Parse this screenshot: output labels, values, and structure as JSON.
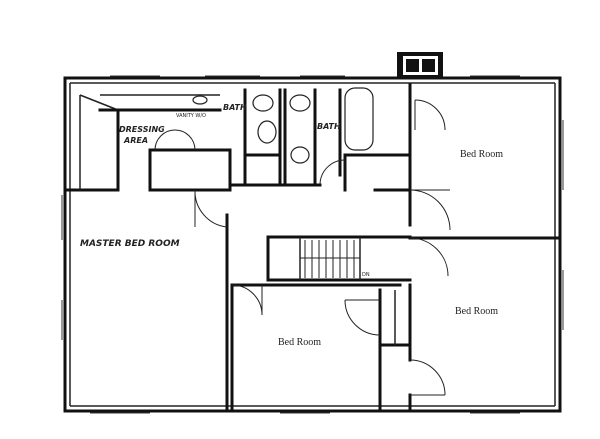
{
  "rooms": {
    "master_bedroom": "MASTER BED ROOM",
    "bedroom_east": "Bed Room",
    "bedroom_southeast": "Bed Room",
    "bedroom_south": "Bed Room",
    "bath_1": "BATH",
    "bath_2": "BATH",
    "dressing_area_line1": "DRESSING",
    "dressing_area_line2": "AREA",
    "vanity": "VANITY W/O",
    "stairs_note": "DN"
  },
  "icons": {
    "chimney": "chimney-icon"
  },
  "colors": {
    "line": "#111111",
    "background": "#ffffff"
  }
}
